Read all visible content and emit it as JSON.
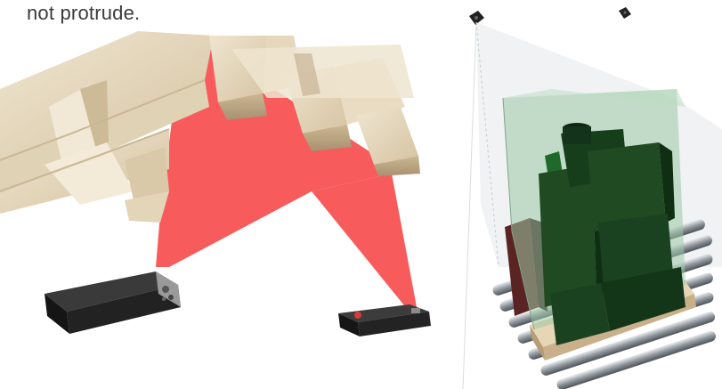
{
  "caption": {
    "text": "not protrude."
  },
  "colors": {
    "laser": "#f75b5b",
    "wood_light": "#e8dcc4",
    "wood_mid": "#d9c8a8",
    "wood_shadow": "#a89478",
    "sensor_body": "#1f1f1f",
    "sensor_face": "#9a9a9a",
    "envelope_green": "#7fb88a",
    "box_green": "#1f4a22",
    "box_red": "#5a2424",
    "roller_steel": "#9aa0a6"
  },
  "illustrations": {
    "left": {
      "icon": "laser-sensors-under-pallet-illustration"
    },
    "right": {
      "icon": "pallet-overhang-detection-illustration"
    }
  }
}
